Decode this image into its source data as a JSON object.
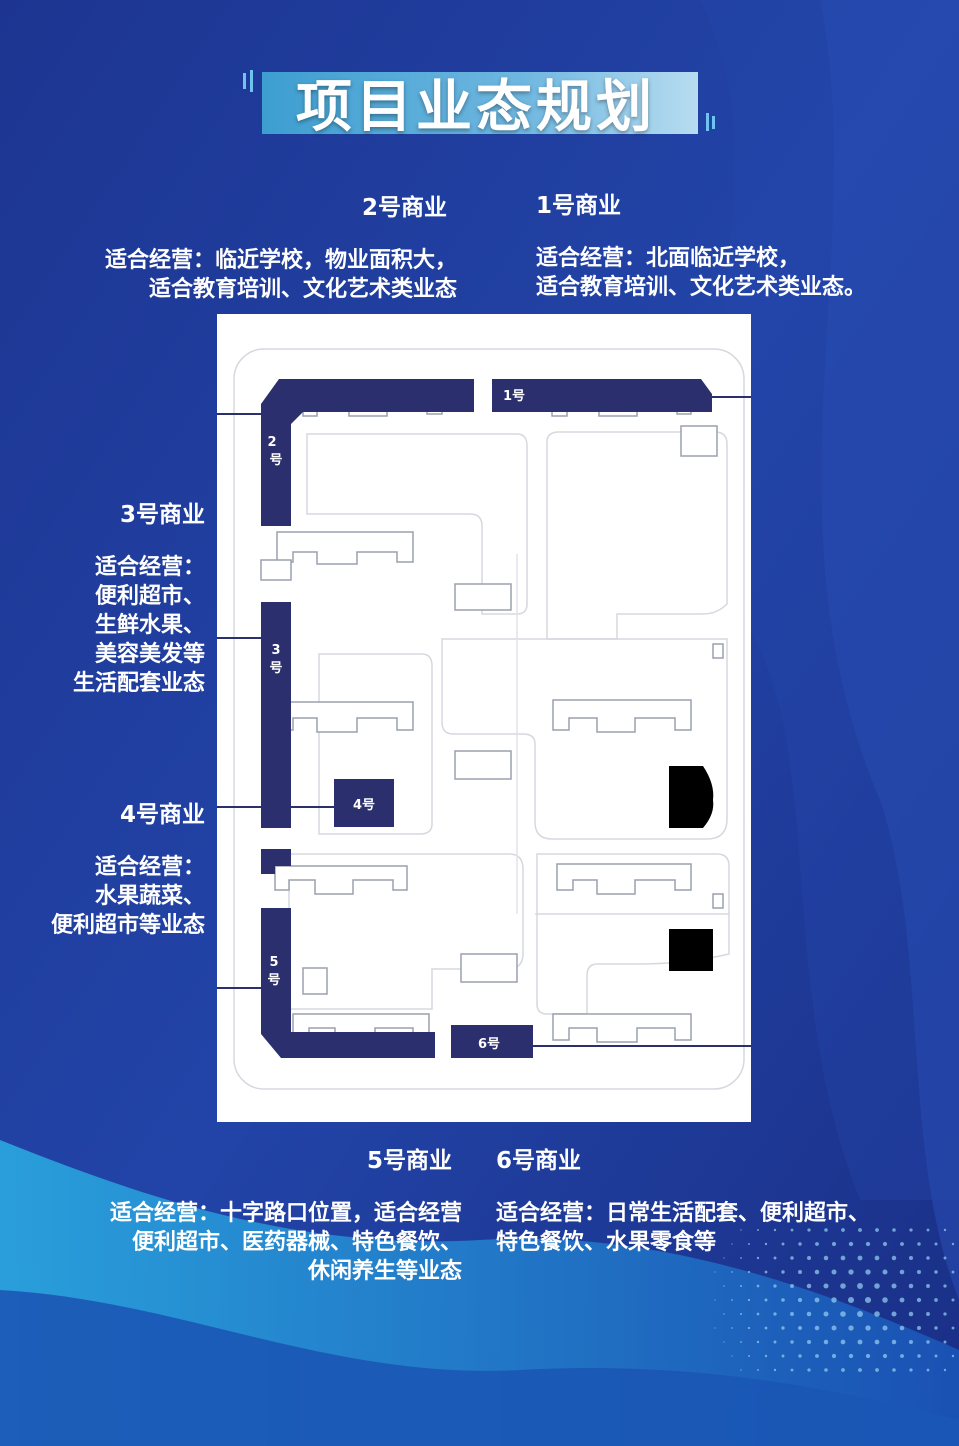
{
  "title": "项目业态规划",
  "zones": {
    "z1": {
      "heading": "1号商业",
      "lines": [
        "适合经营：北面临近学校，",
        "适合教育培训、文化艺术类业态。"
      ]
    },
    "z2": {
      "heading": "2号商业",
      "lines": [
        "适合经营：临近学校，物业面积大，",
        "适合教育培训、文化艺术类业态"
      ]
    },
    "z3": {
      "heading": "3号商业",
      "lines": [
        "适合经营：",
        "便利超市、",
        "生鲜水果、",
        "美容美发等",
        "生活配套业态"
      ]
    },
    "z4": {
      "heading": "4号商业",
      "lines": [
        "适合经营：",
        "水果蔬菜、",
        "便利超市等业态"
      ]
    },
    "z5": {
      "heading": "5号商业",
      "lines": [
        "适合经营：十字路口位置，适合经营",
        "便利超市、医药器械、特色餐饮、",
        "休闲养生等业态"
      ]
    },
    "z6": {
      "heading": "6号商业",
      "lines": [
        "适合经营：日常生活配套、便利超市、",
        "特色餐饮、水果零食等"
      ]
    }
  },
  "plan_tags": {
    "t1": "1号",
    "t2a": "2",
    "t2b": "号",
    "t3a": "3",
    "t3b": "号",
    "t4": "4号",
    "t5a": "5",
    "t5b": "号",
    "t6": "6号"
  },
  "colors": {
    "background": "#1f3b9a",
    "block": "#2b2f6e",
    "accent": "#3a8fd8"
  }
}
